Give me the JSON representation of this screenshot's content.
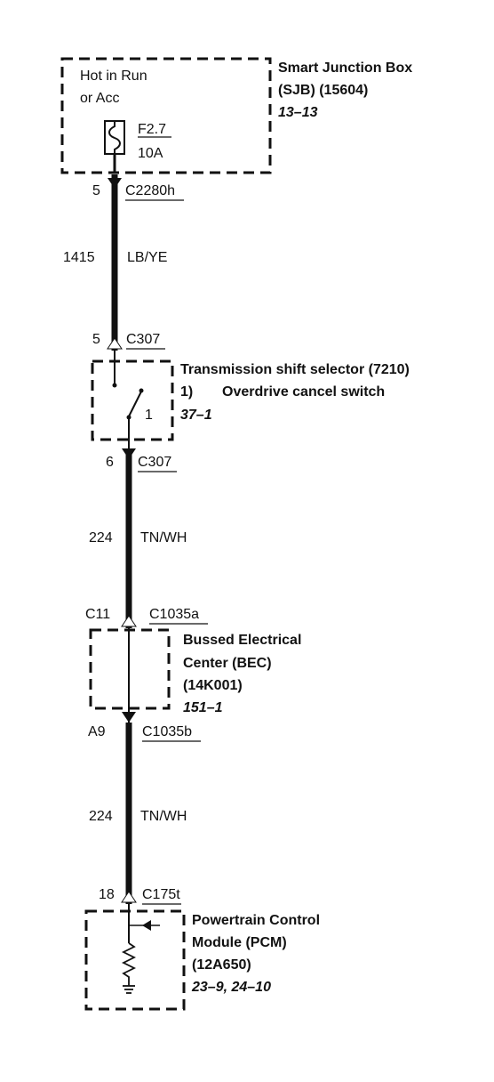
{
  "sjb": {
    "box_label_1": "Hot in Run",
    "box_label_2": "or Acc",
    "fuse_id": "F2.7",
    "fuse_rating": "10A",
    "name_1": "Smart Junction Box",
    "name_2": "(SJB) (15604)",
    "ref": "13–13"
  },
  "conn_c2280h": {
    "pin": "5",
    "name": "C2280h"
  },
  "wire_1": {
    "circuit": "1415",
    "color": "LB/YE"
  },
  "conn_c307_in": {
    "pin": "5",
    "name": "C307"
  },
  "tss": {
    "name": "Transmission shift selector (7210)",
    "item_num": "1)",
    "item_name": "Overdrive cancel switch",
    "switch_label": "1",
    "ref": "37–1"
  },
  "conn_c307_out": {
    "pin": "6",
    "name": "C307"
  },
  "wire_2": {
    "circuit": "224",
    "color": "TN/WH"
  },
  "conn_c1035a": {
    "pin": "C11",
    "name": "C1035a"
  },
  "bec": {
    "name_1": "Bussed Electrical",
    "name_2": "Center (BEC)",
    "name_3": "(14K001)",
    "ref": "151–1"
  },
  "conn_c1035b": {
    "pin": "A9",
    "name": "C1035b"
  },
  "wire_3": {
    "circuit": "224",
    "color": "TN/WH"
  },
  "conn_c175t": {
    "pin": "18",
    "name": "C175t"
  },
  "pcm": {
    "name_1": "Powertrain Control",
    "name_2": "Module (PCM)",
    "name_3": "(12A650)",
    "ref": "23–9, 24–10"
  }
}
